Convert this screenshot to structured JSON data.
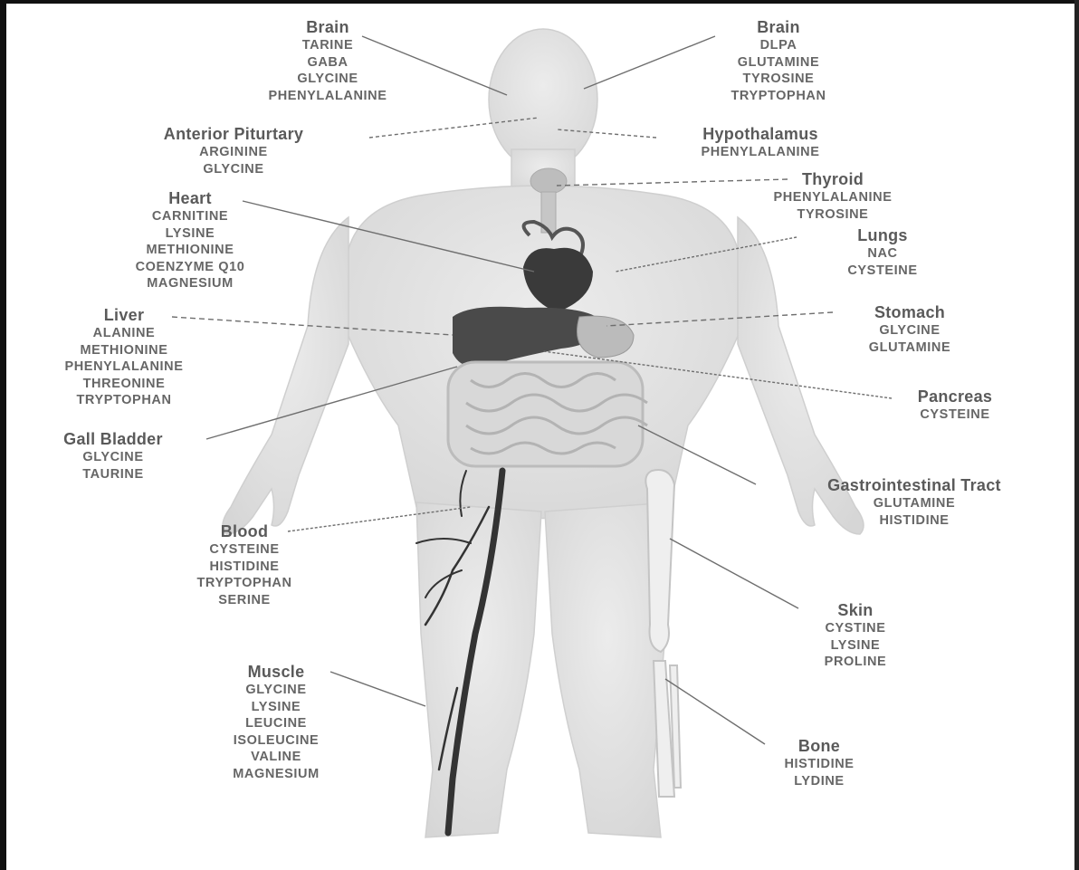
{
  "colors": {
    "background": "#ffffff",
    "border": "#111111",
    "body_fill": "#e2e2e2",
    "organ_fill": "#3a3a3a",
    "label_title": "#5a5a5a",
    "label_item": "#666666",
    "leader_line": "#6e6e6e"
  },
  "labels": {
    "brain_left": {
      "title": "Brain",
      "items": [
        "TARINE",
        "GABA",
        "GLYCINE",
        "PHENYLALANINE"
      ]
    },
    "brain_right": {
      "title": "Brain",
      "items": [
        "DLPA",
        "GLUTAMINE",
        "TYROSINE",
        "TRYPTOPHAN"
      ]
    },
    "anterior_pituitary": {
      "title": "Anterior Piturtary",
      "items": [
        "ARGININE",
        "GLYCINE"
      ]
    },
    "hypothalamus": {
      "title": "Hypothalamus",
      "items": [
        "PHENYLALANINE"
      ]
    },
    "thyroid": {
      "title": "Thyroid",
      "items": [
        "PHENYLALANINE",
        "TYROSINE"
      ]
    },
    "heart": {
      "title": "Heart",
      "items": [
        "CARNITINE",
        "LYSINE",
        "METHIONINE",
        "COENZYME Q10",
        "MAGNESIUM"
      ]
    },
    "lungs": {
      "title": "Lungs",
      "items": [
        "NAC",
        "CYSTEINE"
      ]
    },
    "liver": {
      "title": "Liver",
      "items": [
        "ALANINE",
        "METHIONINE",
        "PHENYLALANINE",
        "THREONINE",
        "TRYPTOPHAN"
      ]
    },
    "stomach": {
      "title": "Stomach",
      "items": [
        "GLYCINE",
        "GLUTAMINE"
      ]
    },
    "pancreas": {
      "title": "Pancreas",
      "items": [
        "CYSTEINE"
      ]
    },
    "gall_bladder": {
      "title": "Gall Bladder",
      "items": [
        "GLYCINE",
        "TAURINE"
      ]
    },
    "gi_tract": {
      "title": "Gastrointestinal Tract",
      "items": [
        "GLUTAMINE",
        "HISTIDINE"
      ]
    },
    "blood": {
      "title": "Blood",
      "items": [
        "CYSTEINE",
        "HISTIDINE",
        "TRYPTOPHAN",
        "SERINE"
      ]
    },
    "skin": {
      "title": "Skin",
      "items": [
        "CYSTINE",
        "LYSINE",
        "PROLINE"
      ]
    },
    "muscle": {
      "title": "Muscle",
      "items": [
        "GLYCINE",
        "LYSINE",
        "LEUCINE",
        "ISOLEUCINE",
        "VALINE",
        "MAGNESIUM"
      ]
    },
    "bone": {
      "title": "Bone",
      "items": [
        "HISTIDINE",
        "LYDINE"
      ]
    }
  }
}
